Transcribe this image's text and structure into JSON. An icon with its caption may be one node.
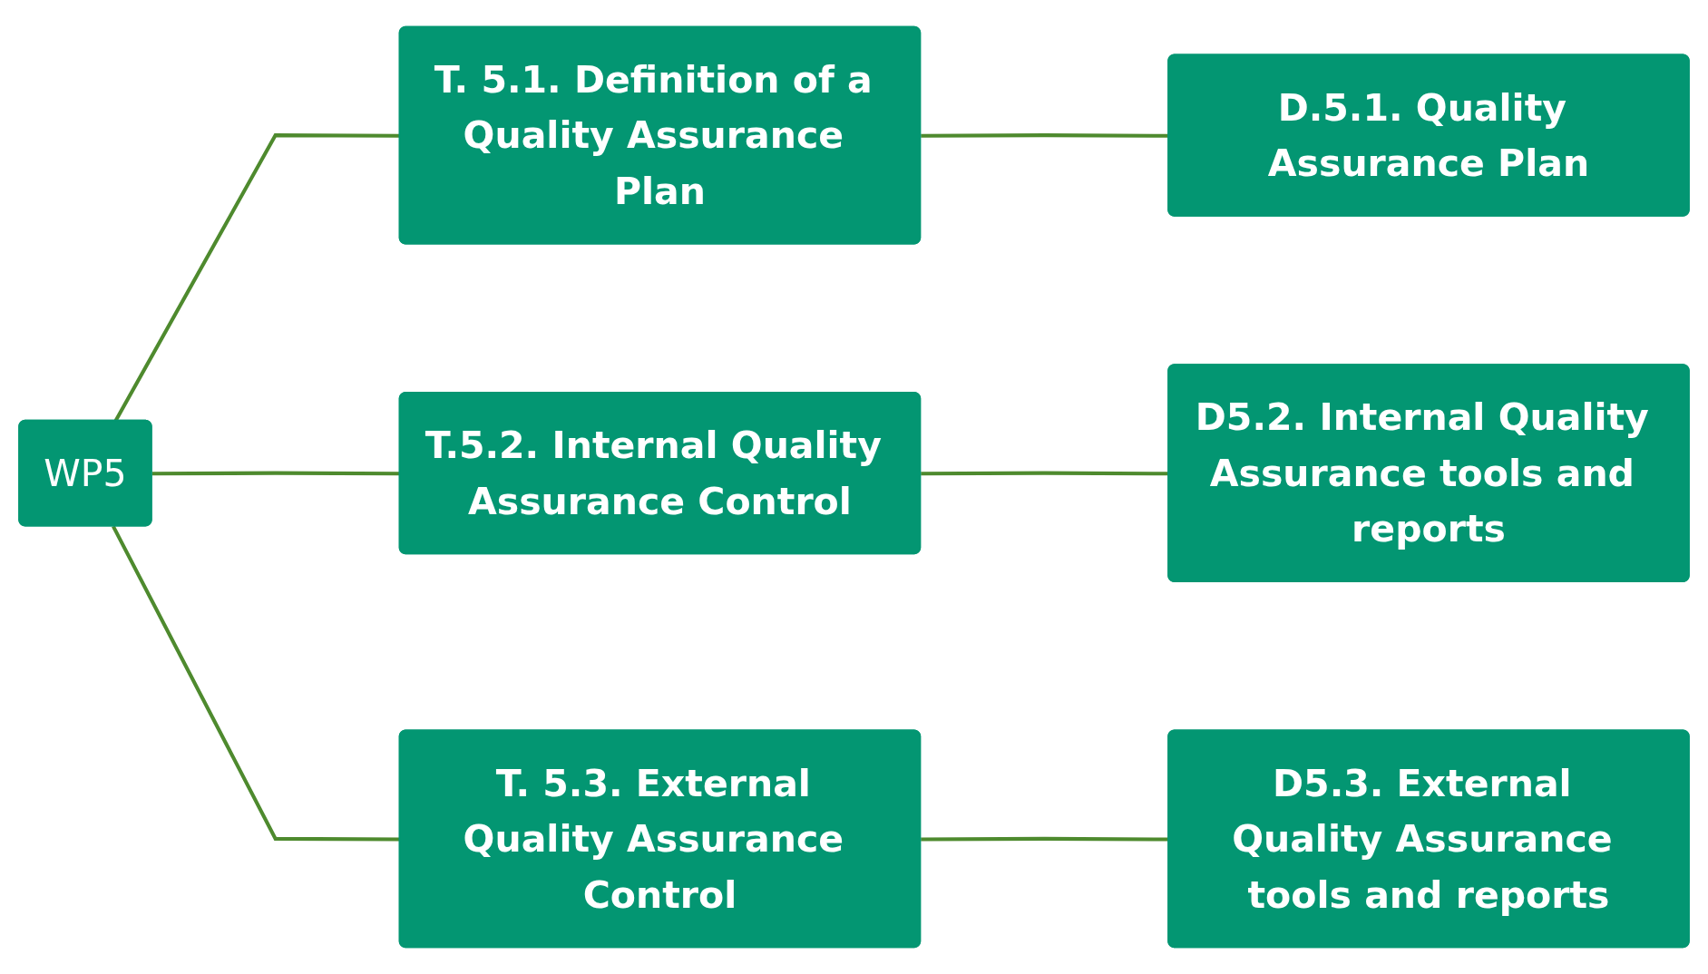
{
  "diagram": {
    "nodes": [
      {
        "text": [
          "WP5"
        ]
      },
      {
        "text": [
          "T. 5.1. Definition of a Quality Assurance Plan"
        ]
      },
      {
        "text": [
          "D.5.1. Quality Assurance Plan"
        ]
      },
      {
        "text": [
          "T.5.2. Internal Quality Assurance Control"
        ]
      },
      {
        "text": [
          "D5.2. Internal Quality Assurance tools and reports"
        ]
      },
      {
        "text": [
          "T. 5.3. External Quality Assurance Control"
        ]
      },
      {
        "text": [
          "D5.3. External Quality Assurance tools and reports"
        ]
      }
    ],
    "edges": [
      {
        "from": 0,
        "to": 1,
        "arrow": "none"
      },
      {
        "from": 1,
        "to": 2,
        "arrow": "none"
      },
      {
        "from": 0,
        "to": 3,
        "arrow": "none"
      },
      {
        "from": 3,
        "to": 4,
        "arrow": "none"
      },
      {
        "from": 0,
        "to": 5,
        "arrow": "none"
      },
      {
        "from": 5,
        "to": 6,
        "arrow": "none"
      }
    ]
  }
}
